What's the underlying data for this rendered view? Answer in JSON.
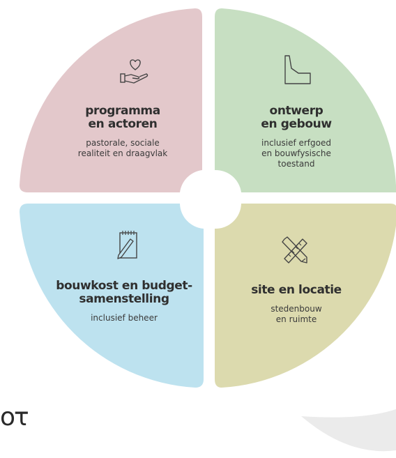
{
  "colors": {
    "top_left": "#e3c8cb",
    "top_right": "#c7dfc2",
    "bottom_left": "#bde2ef",
    "bottom_right": "#dcdaae",
    "arc": "#ebebeb",
    "text": "#333333"
  },
  "quadrants": [
    {
      "id": "top-left",
      "icon": "hand-heart-icon",
      "title": "programma\nen actoren",
      "subtitle": "pastorale, sociale\nrealiteit en draagvlak"
    },
    {
      "id": "top-right",
      "icon": "building-outline-icon",
      "title": "ontwerp\nen gebouw",
      "subtitle": "inclusief erfgoed\nen bouwfysische\ntoestand"
    },
    {
      "id": "bottom-left",
      "icon": "notepad-pencil-icon",
      "title": "bouwkost en budget-\nsamenstelling",
      "subtitle": "inclusief beheer"
    },
    {
      "id": "bottom-right",
      "icon": "ruler-pencil-icon",
      "title": "site en locatie",
      "subtitle": "stedenbouw\nen ruimte"
    }
  ],
  "fragment_text": "oτ"
}
